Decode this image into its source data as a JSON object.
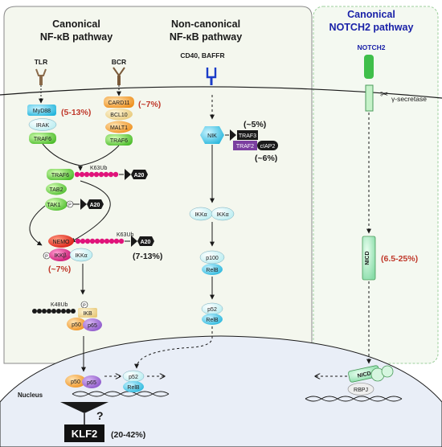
{
  "headers": {
    "canonical_line1": "Canonical",
    "canonical_line2": "NF-κB pathway",
    "noncanonical_line1": "Non-canonical",
    "noncanonical_line2": "NF-κB pathway",
    "notch_line1": "Canonical",
    "notch_line2": "NOTCH2 pathway"
  },
  "receptors": {
    "tlr": "TLR",
    "bcr": "BCR",
    "cd40": "CD40, BAFFR",
    "notch2": "NOTCH2",
    "gamma_secretase": "γ-secretase"
  },
  "canonical": {
    "myd88": "MyD88",
    "irak": "IRAK",
    "traf6_tlr": "TRAF6",
    "tlr_pct": "(5-13%)",
    "card11": "CARD11",
    "bcl10": "BCL10",
    "malt1": "MALT1",
    "traf6_bcr": "TRAF6",
    "bcr_pct": "(~7%)",
    "traf6_main": "TRAF6",
    "k63ub_1": "K63Ub",
    "a20_1": "A20",
    "tab2": "TAB2",
    "tak1": "TAK1",
    "p_tak1": "P",
    "a20_2": "A20",
    "nemo": "NEMO",
    "k63ub_2": "K63Ub",
    "a20_3": "A20",
    "a20_pct": "(7-13%)",
    "p_ikkb": "P",
    "ikkb": "IKKβ",
    "ikka": "IKKα",
    "ikk_pct": "(~7%)",
    "k48ub": "K48Ub",
    "p_ikb": "P",
    "ikb": "IKB",
    "p50": "p50",
    "p65": "p65"
  },
  "noncanonical": {
    "nik": "NIK",
    "nik_pct": "(~5%)",
    "traf3": "TRAF3",
    "traf2": "TRAF2",
    "ciap2": "cIAP2",
    "traf_pct": "(~6%)",
    "ikka_1": "IKKα",
    "ikka_2": "IKKα",
    "p100": "p100",
    "relb_1": "RelB",
    "p52": "p52",
    "relb_2": "RelB"
  },
  "notch": {
    "nicd": "NICD",
    "nicd_pct": "(6.5-25%)"
  },
  "nucleus": {
    "label": "Nucleus",
    "p50": "p50",
    "p65": "p65",
    "p52": "p52",
    "relb": "RelB",
    "nicd": "NICD",
    "rbpj": "RBPJ",
    "question": "?",
    "klf2": "KLF2",
    "klf2_pct": "(20-42%)"
  },
  "colors": {
    "panel_bg": "#f4f7ee",
    "panel_border": "#8a8a8a",
    "notch_panel_border": "#9ccf9c",
    "nucleus_fill": "#e9eef7",
    "cyan": "#3ec9e8",
    "green": "#6fd14a",
    "orange": "#f2a13a",
    "red": "#e2231a",
    "magenta": "#e0137a",
    "purple": "#7b3fa0",
    "dark": "#1a1a1a",
    "pct_red": "#c0392b",
    "notch_blue": "#1a22a8"
  }
}
